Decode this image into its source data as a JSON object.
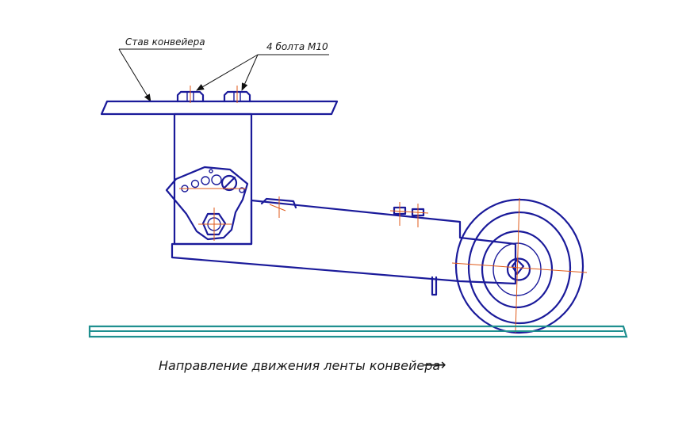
{
  "labels": {
    "frame": "Став конвейера",
    "bolts": "4 болта М10",
    "direction": "Направление движения ленты конвейера",
    "arrow": "⟶"
  },
  "colors": {
    "lines": "#1a1a9a",
    "axes": "#e05a1a",
    "belt": "#1f8f8f",
    "text": "#1a1a1a"
  }
}
